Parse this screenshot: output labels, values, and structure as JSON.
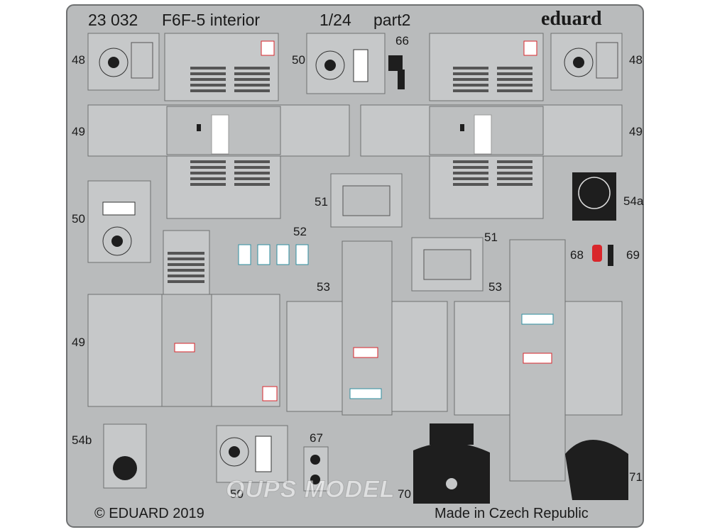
{
  "header": {
    "code": "23 032",
    "model": "F6F-5 interior",
    "scale": "1/24",
    "part": "part2",
    "brand": "eduard"
  },
  "part_numbers": {
    "p48": "48",
    "p49": "49",
    "p50": "50",
    "p51": "51",
    "p52": "52",
    "p53": "53",
    "p54a": "54a",
    "p54b": "54b",
    "p66": "66",
    "p67": "67",
    "p68": "68",
    "p69": "69",
    "p70": "70",
    "p71": "71"
  },
  "footer": {
    "copyright": "© EDUARD 2019",
    "origin": "Made in Czech Republic"
  },
  "watermark": {
    "text": "OUPS MODEL"
  },
  "colors": {
    "fret": "#b9bbbc",
    "part": "#c6c8c9",
    "outline": "#6e7071",
    "dark": "#1e1e1e",
    "red": "#d9262b",
    "teal": "#2e8fa0"
  }
}
